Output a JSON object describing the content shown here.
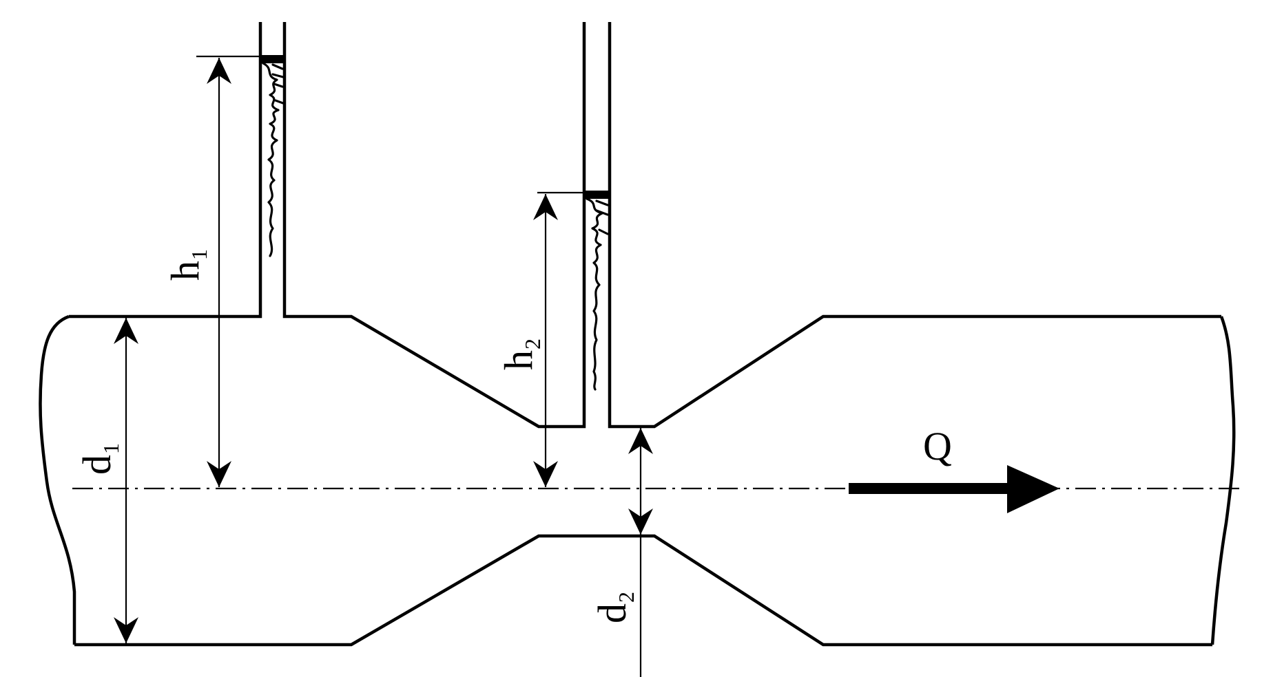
{
  "labels": {
    "h1": {
      "main": "h",
      "sub": "1"
    },
    "h2": {
      "main": "h",
      "sub": "2"
    },
    "d1": {
      "main": "d",
      "sub": "1"
    },
    "d2": {
      "main": "d",
      "sub": "2"
    },
    "flow": "Q"
  }
}
